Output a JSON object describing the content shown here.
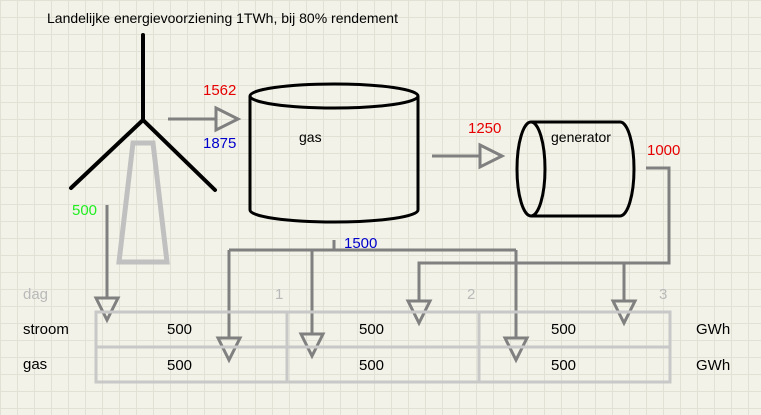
{
  "title": "Landelijke energievoorziening 1TWh, bij 80% rendement",
  "labels": {
    "gas_tank": "gas",
    "generator": "generator"
  },
  "flows": {
    "turbine_out_top": "1562",
    "turbine_out_bottom": "1875",
    "turbine_direct": "500",
    "tank_to_generator": "1250",
    "generator_out": "1000",
    "tank_out": "1500"
  },
  "colors": {
    "red": "#e60000",
    "blue": "#0000cc",
    "green": "#22ee22",
    "arrow": "#808080",
    "table": "#c8c8c8"
  },
  "table": {
    "header_label": "dag",
    "days": [
      "1",
      "2",
      "3"
    ],
    "rows": [
      {
        "label": "stroom",
        "values": [
          "500",
          "500",
          "500"
        ],
        "unit": "GWh"
      },
      {
        "label": "gas",
        "values": [
          "500",
          "500",
          "500"
        ],
        "unit": "GWh"
      }
    ]
  }
}
